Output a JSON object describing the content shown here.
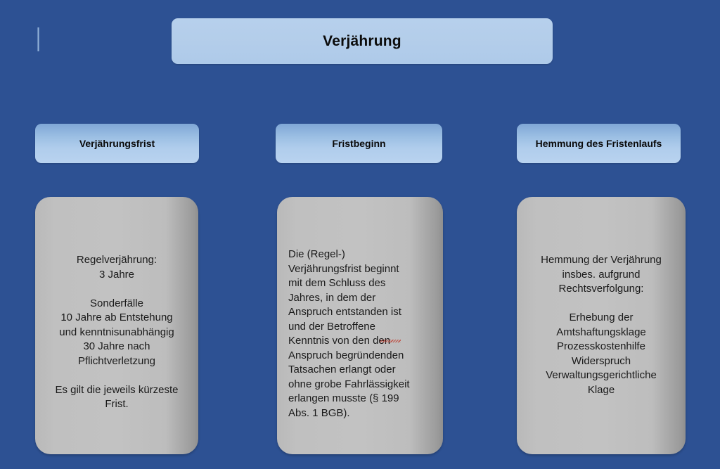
{
  "slide": {
    "background_color": "#2d5193",
    "title": {
      "text": "Verjährung",
      "box_color": "#b3cdea"
    },
    "columns": [
      {
        "header": "Verjährungsfrist",
        "header_color": "#9dc0e4",
        "body": "Regelverjährung:\n3 Jahre\n\nSonderfälle\n10 Jahre ab Entstehung\nund kenntnisunabhängig\n30 Jahre nach\nPflichtverletzung\n\nEs gilt die jeweils kürzeste\nFrist.",
        "body_align": "center",
        "body_color": "#c0c0c0"
      },
      {
        "header": "Fristbeginn",
        "header_color": "#9dc0e4",
        "body": "Die (Regel-)\nVerjährungsfrist beginnt\nmit dem Schluss des\nJahres, in dem der\nAnspruch entstanden ist\nund der Betroffene\nKenntnis von den den\nAnspruch begründenden\nTatsachen erlangt oder\nohne grobe Fahrlässigkeit\nerlangen musste (§ 199\nAbs. 1 BGB).",
        "body_align": "left",
        "body_color": "#c0c0c0",
        "spellcheck_marked_word": "den"
      },
      {
        "header": "Hemmung des Fristenlaufs",
        "header_color": "#9dc0e4",
        "body": "Hemmung der Verjährung\ninsbes. aufgrund\nRechtsverfolgung:\n\nErhebung der\nAmtshaftungsklage\nProzesskostenhilfe\nWiderspruch\nVerwaltungsgerichtliche\nKlage",
        "body_align": "center",
        "body_color": "#c0c0c0"
      }
    ]
  }
}
